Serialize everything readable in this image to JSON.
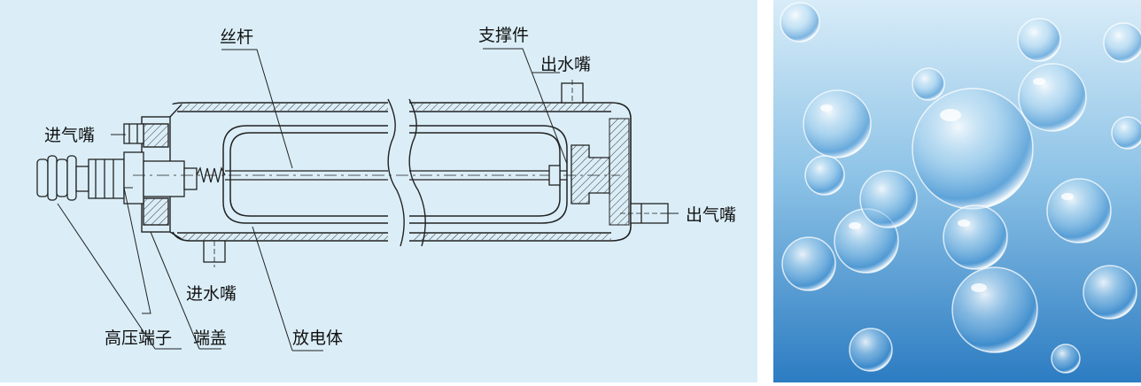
{
  "diagram": {
    "background": "#dbeef8",
    "labels": {
      "screw_rod": "丝杆",
      "support": "支撑件",
      "water_outlet": "出水嘴",
      "gas_inlet": "进气嘴",
      "gas_outlet": "出气嘴",
      "water_inlet": "进水嘴",
      "hv_terminal": "高压端子",
      "end_cap": "端盖",
      "discharge_body": "放电体"
    }
  },
  "photo": {
    "subject": "water bubbles",
    "colors": {
      "light": "#e6f3fb",
      "mid": "#8ec5e8",
      "deep": "#2f7fc4"
    }
  }
}
